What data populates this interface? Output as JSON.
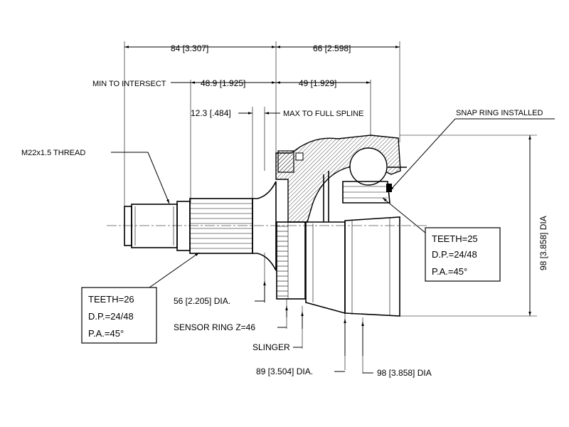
{
  "dimensions": {
    "top_left": "84 [3.307]",
    "top_right": "66 [2.598]",
    "min_to_intersect_label": "MIN TO INTERSECT",
    "mid_left": "48.9 [1.925]",
    "mid_right": "49 [1.929]",
    "spline_dim": "12.3 [.484]",
    "max_full_spline": "MAX TO FULL SPLINE",
    "thread": "M22x1.5 THREAD",
    "snap_ring": "SNAP RING INSTALLED",
    "right_dia": "98 [3.858] DIA",
    "shaft_dia": "56 [2.205] DIA.",
    "sensor_ring": "SENSOR RING Z=46",
    "slinger": "SLINGER",
    "housing_dia_89": "89 [3.504] DIA.",
    "housing_dia_98": "98 [3.858] DIA"
  },
  "left_box": {
    "teeth": "TEETH=26",
    "dp": "D.P.=24/48",
    "pa": "P.A.=45°"
  },
  "right_box": {
    "teeth": "TEETH=25",
    "dp": "D.P.=24/48",
    "pa": "P.A.=45°"
  },
  "colors": {
    "line": "#000000",
    "background": "#ffffff",
    "hatch": "#000000"
  }
}
